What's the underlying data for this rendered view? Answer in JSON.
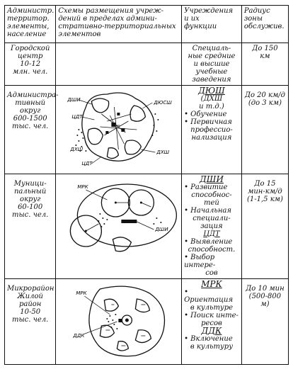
{
  "headers": [
    [
      "Администр.",
      "территор.",
      "элементы,",
      "население"
    ],
    [
      "Схемы размещения учреж-",
      "дений в пределах админи-",
      "стративно-территориальных",
      "элементов"
    ],
    [
      "Учреждения",
      "и их",
      "функции"
    ],
    [
      "Радиус",
      "зоны",
      "обслужив."
    ]
  ],
  "rows": [
    {
      "unit": [
        "Городской",
        "центр",
        "10-12",
        "млн. чел."
      ],
      "functions_title": [],
      "functions": [
        "Специаль-",
        "ные средние",
        "и высшие",
        "учебные",
        "заведения"
      ],
      "radius": [
        "До 150",
        "км"
      ]
    },
    {
      "unit": [
        "Администра-",
        "тивный",
        "округ",
        "600-1500",
        "тыс. чел."
      ],
      "functions_title": [
        "ДЮШ",
        "(ДХШ",
        "и т.д.)"
      ],
      "functions": [
        "• Обучение",
        "• Первичная",
        "профессио-",
        "нализация"
      ],
      "radius": [
        "До 20 км/д",
        "(до 3 км)"
      ],
      "map_labels": [
        "ДШИ",
        "ЦДТ",
        "ДЮСШ",
        "ДХШ",
        "ДХШ",
        "ЦДТ"
      ]
    },
    {
      "unit": [
        "Муници-",
        "пальный",
        "округ",
        "60-100",
        "тыс. чел."
      ],
      "functions_title": [
        "ДШИ"
      ],
      "functions": [
        "• Развитие",
        "способнос-",
        "тей",
        "• Начальная",
        "специали-",
        "зация",
        "ЦДТ",
        "• Выявление",
        "способност.",
        "• Выбор интере-",
        "сов"
      ],
      "radius": [
        "До 15",
        "мин-км/д",
        "(1-1,5 км)"
      ],
      "map_labels": [
        "МРК",
        "ДШИ"
      ]
    },
    {
      "unit": [
        "Микрорайон",
        "Жилой",
        "район",
        "10-50",
        "тыс. чел."
      ],
      "functions_title": [
        "МРК"
      ],
      "functions": [
        "• Ориентация",
        "в культуре",
        "• Поиск инте-",
        "ресов",
        "ДДК",
        "• Включение",
        "в культуру"
      ],
      "radius": [
        "До 10 мин",
        "(500-800 м)"
      ],
      "map_labels": [
        "МРК",
        "ДДК"
      ]
    }
  ]
}
